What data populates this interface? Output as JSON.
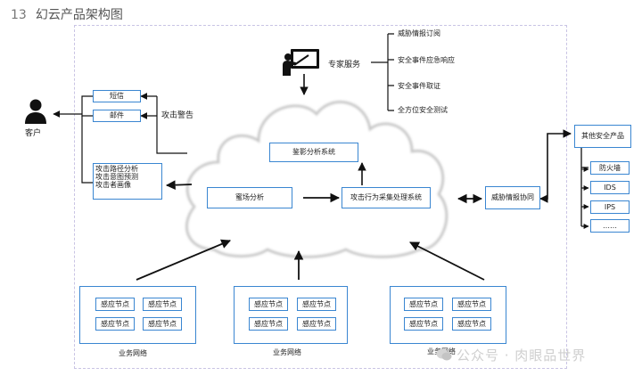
{
  "title": {
    "number": "13",
    "text": "幻云产品架构图"
  },
  "customer": {
    "label": "客户",
    "icon": "person-icon"
  },
  "expert": {
    "label": "专家服务",
    "icon": "presenter-board-icon",
    "services": [
      "威胁情报订阅",
      "安全事件应急响应",
      "安全事件取证",
      "全方位安全测试"
    ]
  },
  "alerts": {
    "label": "攻击警告",
    "sms": "短信",
    "mail": "邮件"
  },
  "analysis_box": {
    "lines": [
      "攻击路径分析",
      "攻击意图预测",
      "攻击者画像"
    ]
  },
  "cloud": {
    "forensic": "鉴影分析系统",
    "honeypot": "蜜场分析",
    "collector": "攻击行为采集处理系统"
  },
  "intel": {
    "label": "威胁情报协同"
  },
  "other_products": {
    "title": "其他安全产品",
    "items": [
      "防火墙",
      "IDS",
      "IPS",
      "……"
    ]
  },
  "networks": [
    {
      "label": "业务网络",
      "nodes": [
        "感应节点",
        "感应节点",
        "感应节点",
        "感应节点"
      ]
    },
    {
      "label": "业务网络",
      "nodes": [
        "感应节点",
        "感应节点",
        "感应节点",
        "感应节点"
      ]
    },
    {
      "label": "业务网络",
      "nodes": [
        "感应节点",
        "感应节点",
        "感应节点",
        "感应节点"
      ]
    }
  ],
  "watermark": "公众号 · 肉眼品世界",
  "colors": {
    "box_border": "#3a86d1",
    "frame": "#c9c4e4",
    "arrow": "#111111"
  }
}
